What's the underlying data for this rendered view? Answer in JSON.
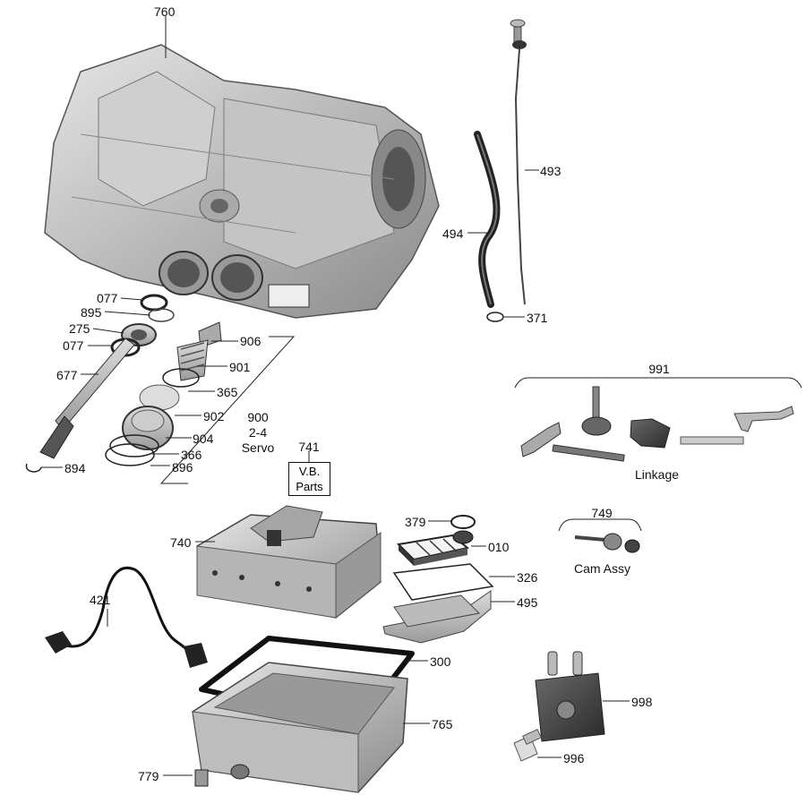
{
  "labels": {
    "p760": "760",
    "p493": "493",
    "p494": "494",
    "p371": "371",
    "p077a": "077",
    "p895": "895",
    "p275": "275",
    "p077b": "077",
    "p677": "677",
    "p894": "894",
    "p906": "906",
    "p901": "901",
    "p365": "365",
    "p902": "902",
    "p904": "904",
    "p366": "366",
    "p896": "896",
    "p900": "900",
    "servo_line1": "2-4",
    "servo_line2": "Servo",
    "p741": "741",
    "vb_line1": "V.B.",
    "vb_line2": "Parts",
    "p991": "991",
    "linkage": "Linkage",
    "p749": "749",
    "cam_assy": "Cam Assy",
    "p379": "379",
    "p010": "010",
    "p326": "326",
    "p495": "495",
    "p740": "740",
    "p421": "421",
    "p300": "300",
    "p765": "765",
    "p998": "998",
    "p996": "996",
    "p779": "779"
  }
}
